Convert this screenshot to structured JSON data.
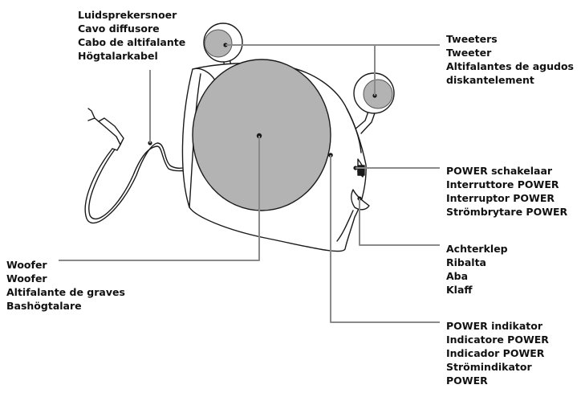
{
  "labels": {
    "speaker_cable": [
      "Luidsprekersnoer",
      "Cavo diffusore",
      "Cabo de altifalante",
      "Högtalarkabel"
    ],
    "tweeters": [
      "Tweeters",
      "Tweeter",
      "Altifalantes de agudos",
      "diskantelement"
    ],
    "power_switch": [
      "POWER schakelaar",
      "Interruttore POWER",
      "Interruptor POWER",
      "Strömbrytare POWER"
    ],
    "back_flap": [
      "Achterklep",
      "Ribalta",
      "Aba",
      "Klaff"
    ],
    "woofer": [
      "Woofer",
      "Woofer",
      "Altifalante de graves",
      "Bashögtalare"
    ],
    "power_indicator": [
      "POWER indikator",
      "Indicatore POWER",
      "Indicador POWER",
      "Strömindikator",
      "POWER"
    ]
  },
  "colors": {
    "line": "#1a1a1a",
    "woofer_fill": "#b3b3b3",
    "tweeter_fill": "#b3b3b3",
    "body_fill": "#ffffff"
  }
}
